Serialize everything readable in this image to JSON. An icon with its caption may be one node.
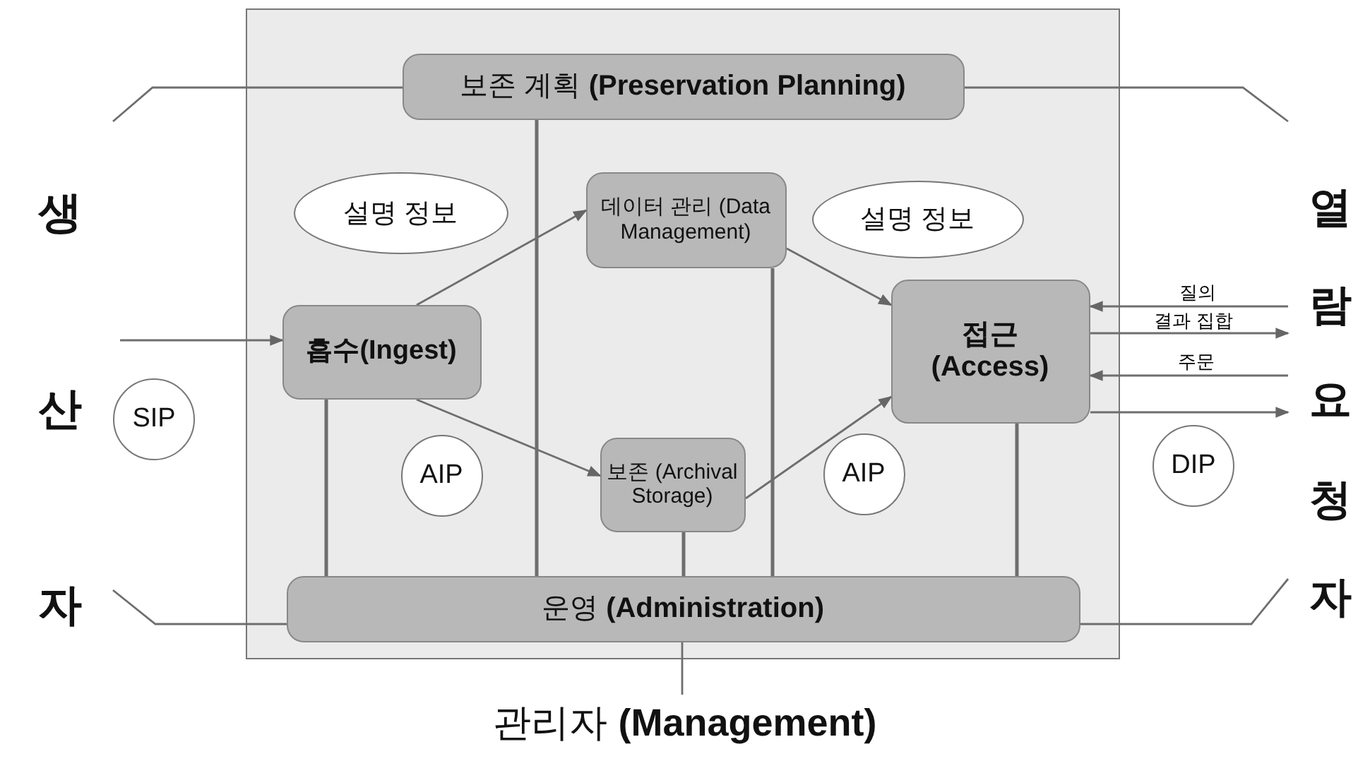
{
  "diagram": {
    "nodes": [
      {
        "text": [],
        "shape": "box"
      },
      {
        "text": [
          "보존 계획 **(Preservation Planning)**"
        ],
        "in": 0
      },
      {
        "text": [
          "설명 정보"
        ],
        "in": 0
      },
      {
        "text": [
          "데이터 관리 (Data Management)"
        ],
        "in": 0
      },
      {
        "text": [
          "설명 정보"
        ],
        "in": 0
      },
      {
        "text": [
          "흡수(Ingest)"
        ],
        "in": 0
      },
      {
        "text": [
          "접근 (Access)"
        ],
        "in": 0
      },
      {
        "text": [
          "SIP"
        ]
      },
      {
        "text": [
          "AIP"
        ],
        "in": 0
      },
      {
        "text": [
          "보존 (Archival Storage)"
        ],
        "in": 0
      },
      {
        "text": [
          "AIP"
        ],
        "in": 0
      },
      {
        "text": [
          "DIP"
        ]
      },
      {
        "text": [
          "운영 **(Administration)**"
        ],
        "in": 0
      },
      {
        "text": [
          "생산자"
        ]
      },
      {
        "text": [
          "열람요청자"
        ]
      },
      {
        "text": [
          "관리자 **(Management)**"
        ]
      }
    ],
    "edges": [
      {
        "from": null,
        "to": 5,
        "arrow": "to"
      },
      {
        "from": 5,
        "to": 3,
        "arrow": "to"
      },
      {
        "from": 5,
        "to": 9,
        "arrow": "to"
      },
      {
        "from": 3,
        "to": 6,
        "arrow": "to"
      },
      {
        "from": 9,
        "to": 6,
        "arrow": "to"
      },
      {
        "from": 14,
        "to": 6,
        "arrow": "to",
        "label": "질의"
      },
      {
        "from": 6,
        "to": 14,
        "arrow": "to",
        "label": "결과 집합"
      },
      {
        "from": 14,
        "to": 6,
        "arrow": "to",
        "label": "주문"
      },
      {
        "from": 6,
        "to": 14,
        "arrow": "to"
      },
      {
        "from": 1,
        "to": 12,
        "arrow": "none"
      },
      {
        "from": 5,
        "to": 12,
        "arrow": "none"
      },
      {
        "from": 9,
        "to": 12,
        "arrow": "none"
      },
      {
        "from": 3,
        "to": 12,
        "arrow": "none"
      },
      {
        "from": 6,
        "to": 12,
        "arrow": "none"
      },
      {
        "from": 12,
        "to": 15,
        "arrow": "none"
      },
      {
        "from": 1,
        "to": 13,
        "arrow": "none"
      },
      {
        "from": 12,
        "to": 13,
        "arrow": "none"
      },
      {
        "from": 1,
        "to": 14,
        "arrow": "none"
      },
      {
        "from": 12,
        "to": 14,
        "arrow": "none"
      }
    ]
  }
}
